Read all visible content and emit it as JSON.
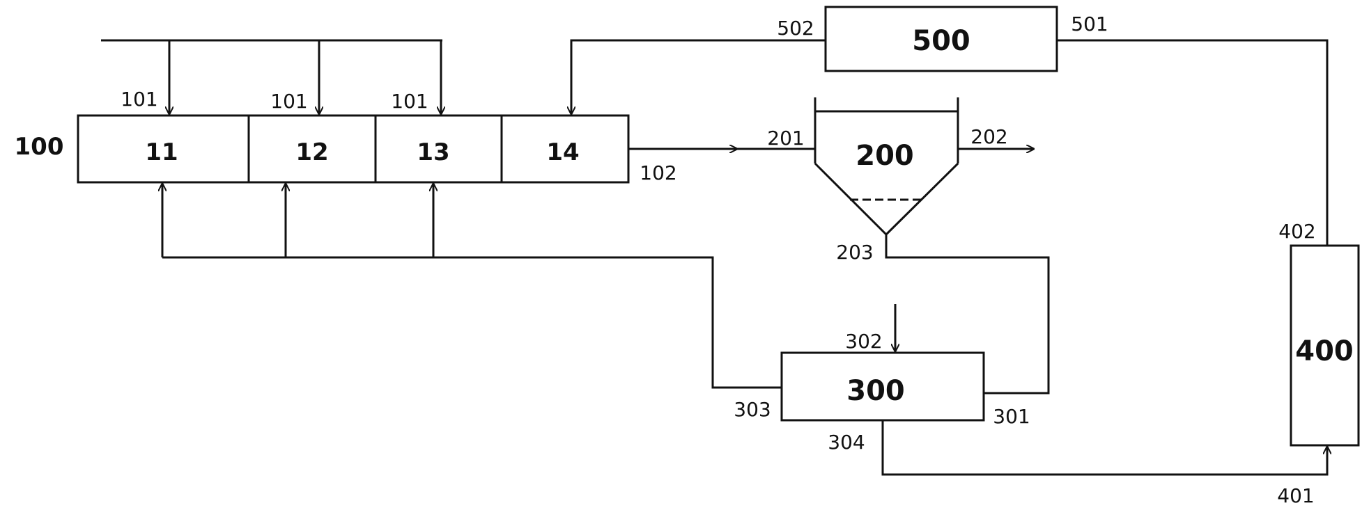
{
  "units": {
    "u100": "100",
    "u11": "11",
    "u12": "12",
    "u13": "13",
    "u14": "14",
    "u200": "200",
    "u300": "300",
    "u400": "400",
    "u500": "500"
  },
  "streams": {
    "s101a": "101",
    "s101b": "101",
    "s101c": "101",
    "s102": "102",
    "s201": "201",
    "s202": "202",
    "s203": "203",
    "s301": "301",
    "s302": "302",
    "s303": "303",
    "s304": "304",
    "s401": "401",
    "s402": "402",
    "s501": "501",
    "s502": "502"
  }
}
